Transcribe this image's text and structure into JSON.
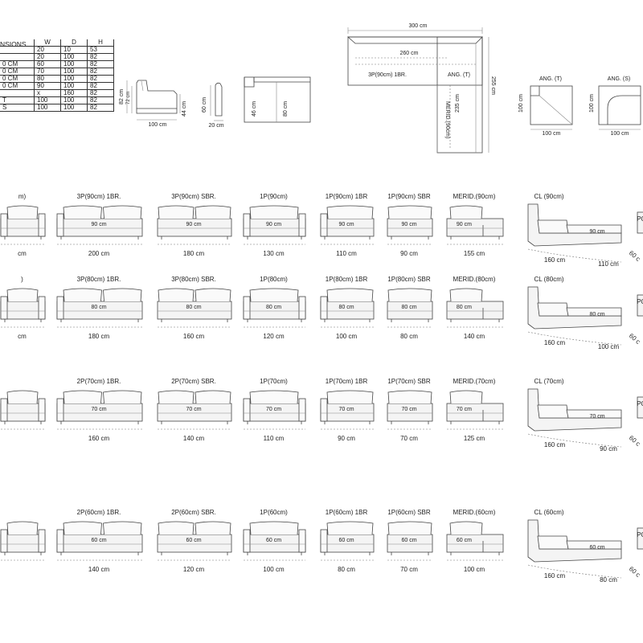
{
  "table": {
    "title": "NSIONS",
    "headers": [
      "W",
      "D",
      "H"
    ],
    "rows": [
      {
        "label": "",
        "w": "20",
        "d": "10",
        "h": "53"
      },
      {
        "label": "",
        "w": "20",
        "d": "100",
        "h": "82"
      },
      {
        "label": "0 CM",
        "w": "60",
        "d": "100",
        "h": "82"
      },
      {
        "label": "0 CM",
        "w": "70",
        "d": "100",
        "h": "82"
      },
      {
        "label": "0 CM",
        "w": "80",
        "d": "100",
        "h": "82"
      },
      {
        "label": "0 CM",
        "w": "90",
        "d": "100",
        "h": "82"
      },
      {
        "label": "",
        "w": "x",
        "d": "160",
        "h": "82"
      },
      {
        "label": "T",
        "w": "100",
        "d": "100",
        "h": "82"
      },
      {
        "label": "S",
        "w": "100",
        "d": "100",
        "h": "82"
      }
    ]
  },
  "side_views": {
    "h82": "82 cm",
    "h72": "72 cm",
    "h44": "44 cm",
    "w100": "100 cm",
    "h60": "60 cm",
    "w20": "20 cm",
    "d46": "46 cm",
    "d80": "80 cm"
  },
  "plan": {
    "top": "300 cm",
    "inner": "260 cm",
    "left_block": "3P(90cm) 1BR.",
    "corner": "ANG. (T)",
    "right_height": "255 cm",
    "mid": "235 cm",
    "merid": "MERID.(90cm)"
  },
  "angles": [
    {
      "title": "ANG. (T)",
      "w": "100 cm",
      "h": "100 cm"
    },
    {
      "title": "ANG. (S)",
      "w": "100 cm",
      "h": "100 cm"
    }
  ],
  "rows": [
    {
      "seat": "90 cm",
      "items": [
        {
          "label": "m)",
          "width": "cm"
        },
        {
          "label": "3P(90cm) 1BR.",
          "width": "200 cm"
        },
        {
          "label": "3P(90cm) SBR.",
          "width": "180 cm"
        },
        {
          "label": "1P(90cm)",
          "width": "130 cm"
        },
        {
          "label": "1P(90cm) 1BR",
          "width": "110 cm"
        },
        {
          "label": "1P(90cm) SBR",
          "width": "90 cm"
        },
        {
          "label": "MERID.(90cm)",
          "width": "155 cm"
        }
      ],
      "cl": {
        "label": "CL (90cm)",
        "seat": "90 cm",
        "w1": "160 cm",
        "w2": "110 cm"
      },
      "po": {
        "label": "PO",
        "w": "60 c"
      }
    },
    {
      "seat": "80 cm",
      "items": [
        {
          "label": ")",
          "width": "cm"
        },
        {
          "label": "3P(80cm) 1BR.",
          "width": "180 cm"
        },
        {
          "label": "3P(80cm) SBR.",
          "width": "160 cm"
        },
        {
          "label": "1P(80cm)",
          "width": "120 cm"
        },
        {
          "label": "1P(80cm) 1BR",
          "width": "100 cm"
        },
        {
          "label": "1P(80cm) SBR",
          "width": "80 cm"
        },
        {
          "label": "MERID.(80cm)",
          "width": "140 cm"
        }
      ],
      "cl": {
        "label": "CL (80cm)",
        "seat": "80 cm",
        "w1": "160 cm",
        "w2": "100 cm"
      },
      "po": {
        "label": "PO",
        "w": "60 c"
      }
    },
    {
      "seat": "70 cm",
      "items": [
        {
          "label": "",
          "width": ""
        },
        {
          "label": "2P(70cm) 1BR.",
          "width": "160 cm"
        },
        {
          "label": "2P(70cm) SBR.",
          "width": "140 cm"
        },
        {
          "label": "1P(70cm)",
          "width": "110 cm"
        },
        {
          "label": "1P(70cm) 1BR",
          "width": "90 cm"
        },
        {
          "label": "1P(70cm) SBR",
          "width": "70 cm"
        },
        {
          "label": "MERID.(70cm)",
          "width": "125 cm"
        }
      ],
      "cl": {
        "label": "CL (70cm)",
        "seat": "70 cm",
        "w1": "160 cm",
        "w2": "90 cm"
      },
      "po": {
        "label": "PO",
        "w": "60 c"
      }
    },
    {
      "seat": "60 cm",
      "items": [
        {
          "label": "",
          "width": ""
        },
        {
          "label": "2P(60cm) 1BR.",
          "width": "140 cm"
        },
        {
          "label": "2P(60cm) SBR.",
          "width": "120 cm"
        },
        {
          "label": "1P(60cm)",
          "width": "100 cm"
        },
        {
          "label": "1P(60cm) 1BR",
          "width": "80 cm"
        },
        {
          "label": "1P(60cm) SBR",
          "width": "70 cm"
        },
        {
          "label": "MERID.(60cm)",
          "width": "100 cm"
        }
      ],
      "cl": {
        "label": "CL (60cm)",
        "seat": "60 cm",
        "w1": "160 cm",
        "w2": "80 cm"
      },
      "po": {
        "label": "PO",
        "w": "60 c"
      }
    }
  ]
}
